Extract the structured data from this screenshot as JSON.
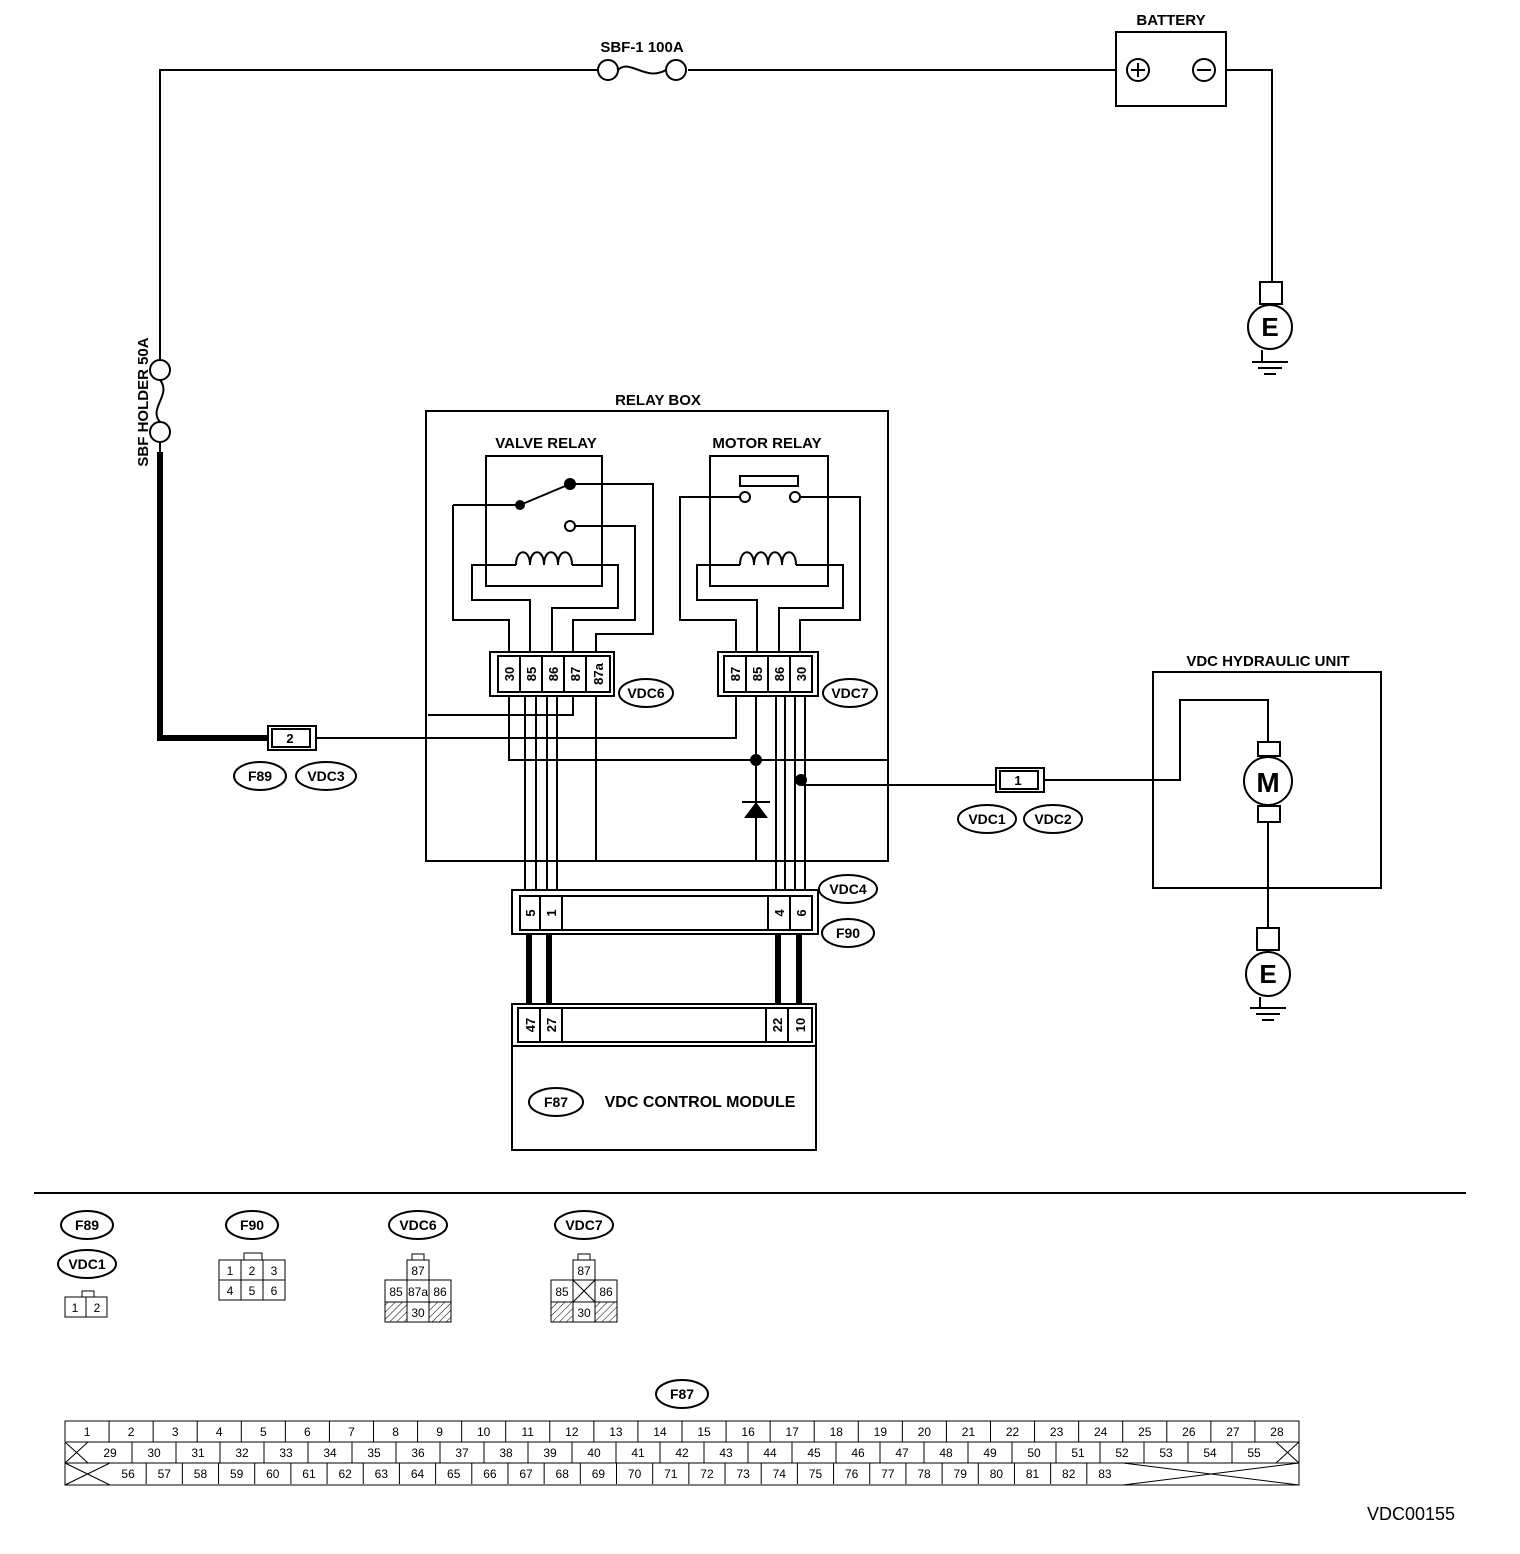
{
  "labels": {
    "battery": "BATTERY",
    "fuse_main": "SBF-1 100A",
    "fuse_holder": "SBF HOLDER 50A",
    "relay_box": "RELAY BOX",
    "valve_relay": "VALVE RELAY",
    "motor_relay": "MOTOR RELAY",
    "hydraulic_unit": "VDC HYDRAULIC UNIT",
    "control_module": "VDC CONTROL MODULE",
    "ground": "E",
    "motor": "M",
    "doc_id": "VDC00155"
  },
  "connector_tags": {
    "f89": "F89",
    "vdc3": "VDC3",
    "vdc6": "VDC6",
    "vdc7": "VDC7",
    "vdc1": "VDC1",
    "vdc2": "VDC2",
    "vdc4": "VDC4",
    "f90": "F90",
    "f87": "F87"
  },
  "pins": {
    "f89_pin": "2",
    "vdc1_pin": "1",
    "vdc6": [
      "30",
      "85",
      "86",
      "87",
      "87a"
    ],
    "vdc7": [
      "87",
      "85",
      "86",
      "30"
    ],
    "f90": [
      "5",
      "1",
      "4",
      "6"
    ],
    "f87": [
      "47",
      "27",
      "22",
      "10"
    ]
  },
  "legend": {
    "f89_vdc1": [
      "1",
      "2"
    ],
    "f90_row1": [
      "1",
      "2",
      "3"
    ],
    "f90_row2": [
      "4",
      "5",
      "6"
    ],
    "vdc6": {
      "top": "87",
      "left": "85",
      "mid": "87a",
      "right": "86",
      "bottom": "30"
    },
    "vdc7": {
      "top": "87",
      "left": "85",
      "right": "86",
      "bottom": "30"
    },
    "f87_row1": [
      "1",
      "2",
      "3",
      "4",
      "5",
      "6",
      "7",
      "8",
      "9",
      "10",
      "11",
      "12",
      "13",
      "14",
      "15",
      "16",
      "17",
      "18",
      "19",
      "20",
      "21",
      "22",
      "23",
      "24",
      "25",
      "26",
      "27",
      "28"
    ],
    "f87_row2": [
      "29",
      "30",
      "31",
      "32",
      "33",
      "34",
      "35",
      "36",
      "37",
      "38",
      "39",
      "40",
      "41",
      "42",
      "43",
      "44",
      "45",
      "46",
      "47",
      "48",
      "49",
      "50",
      "51",
      "52",
      "53",
      "54",
      "55"
    ],
    "f87_row3": [
      "56",
      "57",
      "58",
      "59",
      "60",
      "61",
      "62",
      "63",
      "64",
      "65",
      "66",
      "67",
      "68",
      "69",
      "70",
      "71",
      "72",
      "73",
      "74",
      "75",
      "76",
      "77",
      "78",
      "79",
      "80",
      "81",
      "82",
      "83"
    ]
  }
}
